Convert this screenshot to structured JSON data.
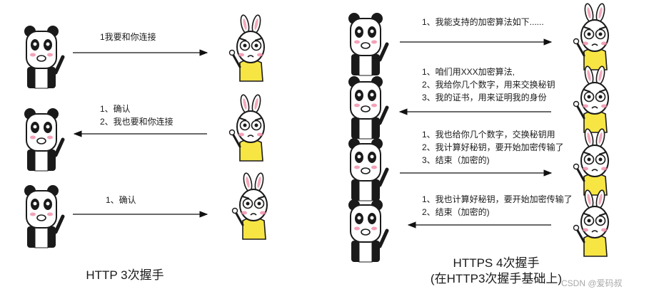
{
  "diagram": {
    "left": {
      "title": "HTTP 3次握手",
      "messages": [
        {
          "lines": [
            "1我要和你连接"
          ],
          "direction": "right"
        },
        {
          "lines": [
            "1、确认",
            "2、我也要和你连接"
          ],
          "direction": "left"
        },
        {
          "lines": [
            "1、确认"
          ],
          "direction": "right"
        }
      ]
    },
    "right": {
      "title_line1": "HTTPS 4次握手",
      "title_line2": "(在HTTP3次握手基础上)",
      "messages": [
        {
          "lines": [
            "1、我能支持的加密算法如下......"
          ],
          "direction": "right"
        },
        {
          "lines": [
            "1、咱们用XXX加密算法,",
            "2、我给你几个数字，用来交换秘钥",
            "3、我的证书，用来证明我的身份"
          ],
          "direction": "left"
        },
        {
          "lines": [
            "1、我也给你几个数字，交换秘钥用",
            "2、我计算好秘钥，要开始加密传输了",
            "3、结束（加密的)"
          ],
          "direction": "right"
        },
        {
          "lines": [
            "1、我也计算好秘钥，要开始加密传输了",
            "2、结束（加密的)"
          ],
          "direction": "left"
        }
      ]
    },
    "characters": {
      "client": "panda",
      "server": "rabbit"
    },
    "colors": {
      "rabbit_shirt": "#f7e544",
      "blush": "#f08aa6",
      "panda_black": "#1a1a1a"
    }
  },
  "watermark": "CSDN @爱码叔"
}
